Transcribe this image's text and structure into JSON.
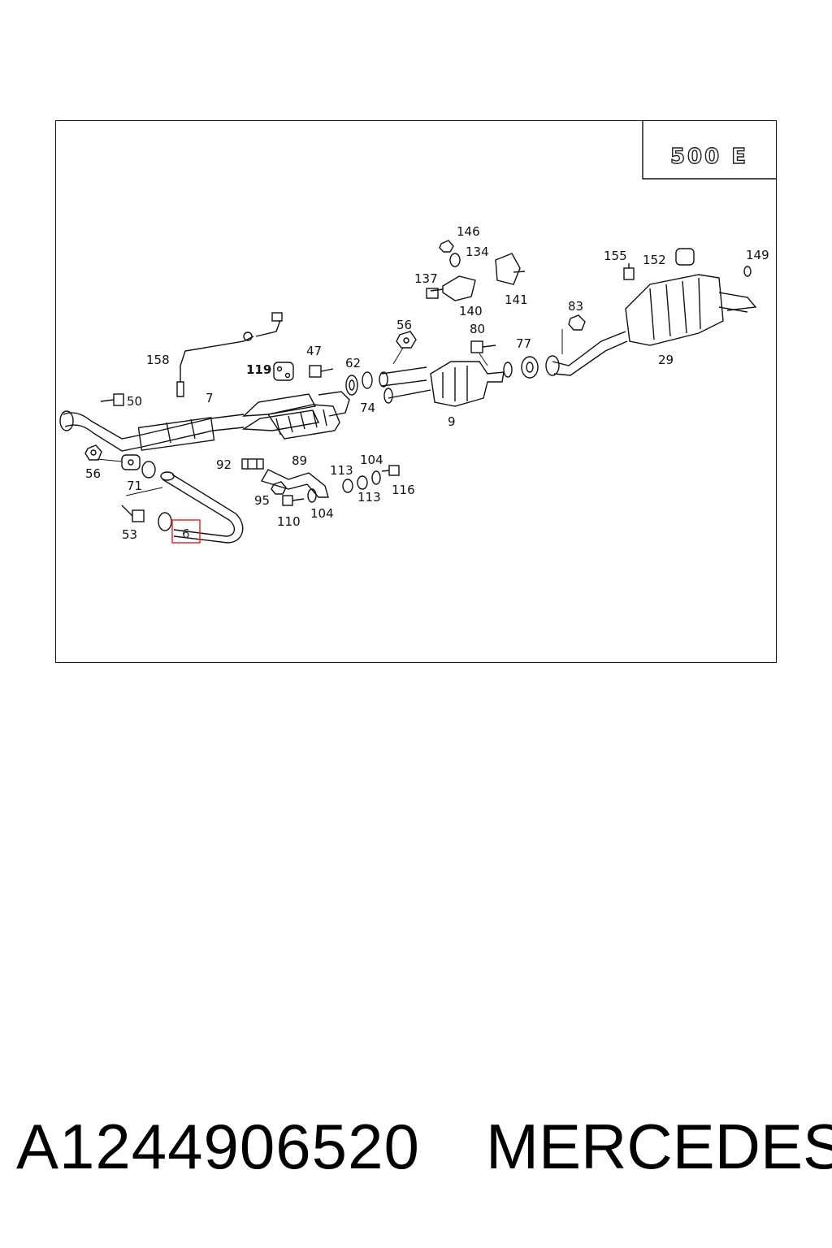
{
  "model_badge": "500 E",
  "highlight_color": "#e53935",
  "highlighted_part": "6",
  "part_labels": {
    "l146": "146",
    "l134": "134",
    "l137": "137",
    "l140": "140",
    "l141": "141",
    "l155": "155",
    "l152": "152",
    "l149": "149",
    "l83": "83",
    "l29": "29",
    "l56a": "56",
    "l80": "80",
    "l77": "77",
    "l9": "9",
    "l47": "47",
    "l62": "62",
    "l74": "74",
    "l119": "119",
    "l158": "158",
    "l7": "7",
    "l50": "50",
    "l56b": "56",
    "l71": "71",
    "l53": "53",
    "l6": "6",
    "l92": "92",
    "l89": "89",
    "l95": "95",
    "l110": "110",
    "l104a": "104",
    "l113a": "113",
    "l104b": "104",
    "l113b": "113",
    "l116": "116"
  },
  "footer": {
    "part_number": "A1244906520",
    "brand": "MERCEDES"
  }
}
